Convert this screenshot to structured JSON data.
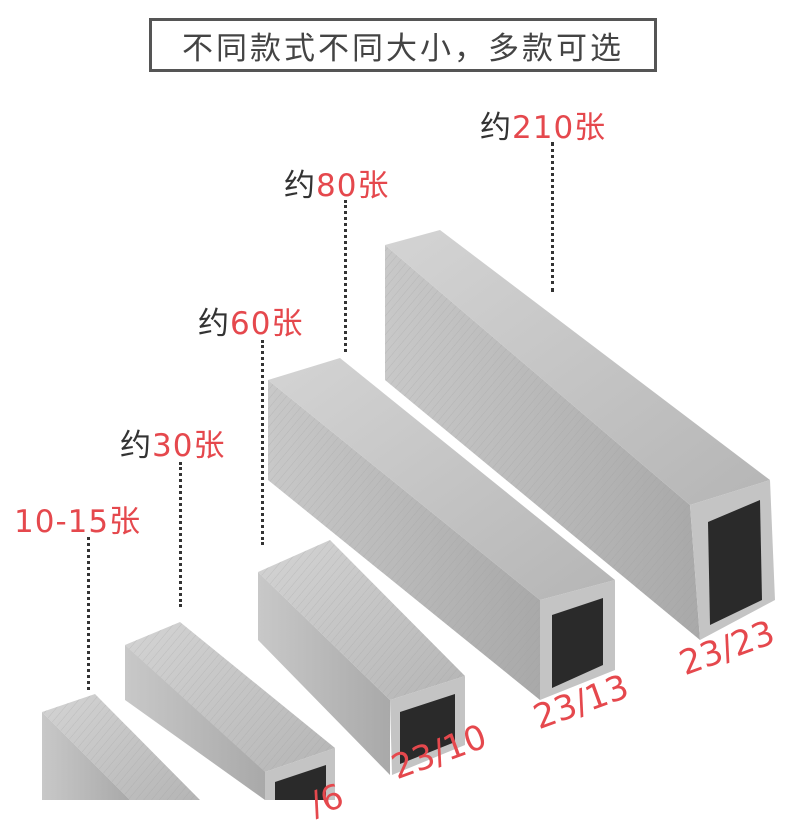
{
  "banner": {
    "text": "不同款式不同大小，多款可选"
  },
  "capacity_labels": [
    {
      "prefix": "",
      "value": "10-15",
      "unit": "张"
    },
    {
      "prefix": "约",
      "value": "30",
      "unit": "张"
    },
    {
      "prefix": "约",
      "value": "60",
      "unit": "张"
    },
    {
      "prefix": "约",
      "value": "80",
      "unit": "张"
    },
    {
      "prefix": "约",
      "value": "210",
      "unit": "张"
    }
  ],
  "size_labels": [
    "/6",
    "23/10",
    "23/13",
    "23/23"
  ],
  "colors": {
    "accent": "#e5484d",
    "text": "#333333",
    "staple": "#b8b8b8"
  }
}
